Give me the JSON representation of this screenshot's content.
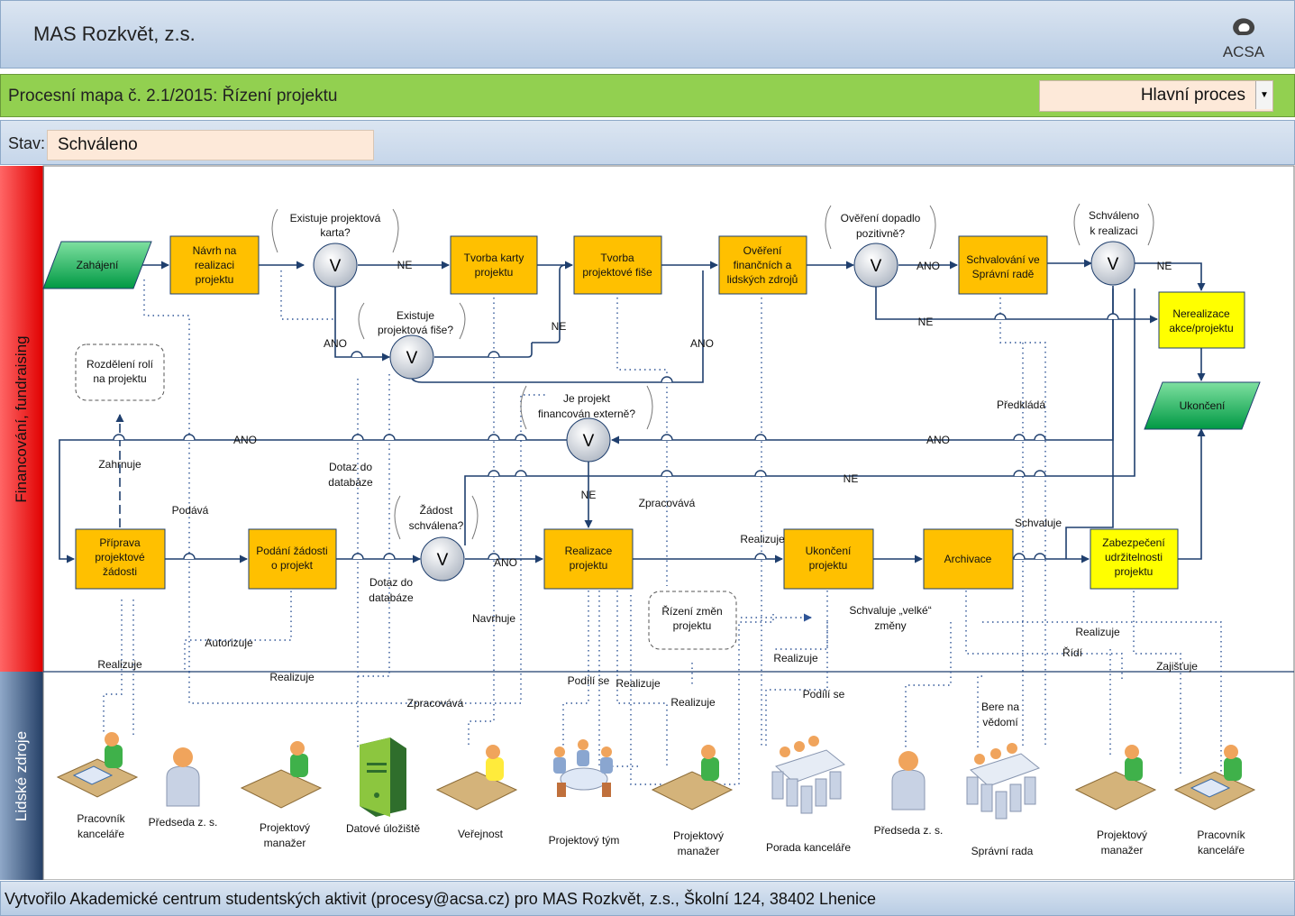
{
  "header": {
    "organization": "MAS Rozkvět, z.s.",
    "logo_text": "ACSA"
  },
  "title_bar": {
    "title": "Procesní mapa č. 2.1/2015: Řízení projektu",
    "process_type": "Hlavní proces"
  },
  "status": {
    "label": "Stav:",
    "value": "Schváleno"
  },
  "lanes": {
    "top": "Financování, fundraising",
    "bottom": "Lidské zdroje"
  },
  "footer": {
    "text": "Vytvořilo Akademické centrum studentských aktivit (procesy@acsa.cz) pro MAS Rozkvět, z.s., Školní 124, 38402 Lhenice"
  },
  "nodes": {
    "start": "Zahájení",
    "navrh": [
      "Návrh na",
      "realizaci",
      "projektu"
    ],
    "tvorba_karty": [
      "Tvorba karty",
      "projektu"
    ],
    "tvorba_fise": [
      "Tvorba",
      "projektové fiše"
    ],
    "overeni": [
      "Ověření",
      "finančních a",
      "lidských zdrojů"
    ],
    "schvalovani": [
      "Schvalování ve",
      "Správní radě"
    ],
    "nerealizace": [
      "Nerealizace",
      "akce/projektu"
    ],
    "ukonceni_end": "Ukončení",
    "rozdeleni": [
      "Rozdělení rolí",
      "na projektu"
    ],
    "priprava": [
      "Příprava",
      "projektové",
      "žádosti"
    ],
    "podani": [
      "Podání žádosti",
      "o projekt"
    ],
    "realizace": [
      "Realizace",
      "projektu"
    ],
    "ukonceni_proj": [
      "Ukončení",
      "projektu"
    ],
    "archivace": "Archivace",
    "zabezpeceni": [
      "Zabezpečení",
      "udržitelnosti",
      "projektu"
    ],
    "rizeni_zmen": [
      "Řízení změn",
      "projektu"
    ],
    "gateway_symbol": "V"
  },
  "questions": {
    "q1": [
      "Existuje projektová",
      "karta?"
    ],
    "q2": [
      "Existuje",
      "projektová fiše?"
    ],
    "q3": [
      "Ověření dopadlo",
      "pozitivně?"
    ],
    "q4": [
      "Schváleno",
      "k realizaci"
    ],
    "q5": [
      "Je projekt",
      "financován externě?"
    ],
    "q6": [
      "Žádost",
      "schválena?"
    ]
  },
  "edge_labels": {
    "ne": "NE",
    "ano": "ANO",
    "zahrnuje": "Zahrnuje",
    "podava": "Podává",
    "dotaz1": [
      "Dotaz do",
      "databáze"
    ],
    "dotaz2": [
      "Dotaz do",
      "databáze"
    ],
    "zpracovava": "Zpracovává",
    "predklada": "Předkládá",
    "schvaluje": "Schvaluje",
    "realizuje": "Realizuje",
    "autorizuje": "Autorizuje",
    "navrhuje": "Navrhuje",
    "podili_se": "Podílí se",
    "ridi": "Řídí",
    "zajistuje": "Zajišťuje",
    "schvaluje_velke": [
      "Schvaluje „velké“",
      "změny"
    ],
    "bere": [
      "Bere na",
      "vědomí"
    ]
  },
  "actors": [
    {
      "id": "a1",
      "name": [
        "Pracovník",
        "kanceláře"
      ],
      "icon": "worker-desk"
    },
    {
      "id": "a2",
      "name": [
        "Předseda z. s."
      ],
      "icon": "person"
    },
    {
      "id": "a3",
      "name": [
        "Projektový",
        "manažer"
      ],
      "icon": "manager-desk"
    },
    {
      "id": "a4",
      "name": [
        "Datové úložiště"
      ],
      "icon": "server"
    },
    {
      "id": "a5",
      "name": [
        "Veřejnost"
      ],
      "icon": "public-desk"
    },
    {
      "id": "a6",
      "name": [
        "Projektový tým"
      ],
      "icon": "team-table"
    },
    {
      "id": "a7",
      "name": [
        "Projektový",
        "manažer"
      ],
      "icon": "manager-desk"
    },
    {
      "id": "a8",
      "name": [
        "Porada kanceláře"
      ],
      "icon": "meeting"
    },
    {
      "id": "a9",
      "name": [
        "Předseda z. s."
      ],
      "icon": "person"
    },
    {
      "id": "a10",
      "name": [
        "Správní rada"
      ],
      "icon": "board"
    },
    {
      "id": "a11",
      "name": [
        "Projektový",
        "manažer"
      ],
      "icon": "manager-desk"
    },
    {
      "id": "a12",
      "name": [
        "Pracovník",
        "kanceláře"
      ],
      "icon": "worker-desk"
    }
  ],
  "colors": {
    "task": "#ffc000",
    "task_end": "#ffff00",
    "terminal": "#00b050",
    "header": "#b8cce4",
    "title_bar": "#92d050",
    "lane_top": "#ff0000",
    "lane_bottom": "#1f3864",
    "flow": "#1f3f6e"
  }
}
